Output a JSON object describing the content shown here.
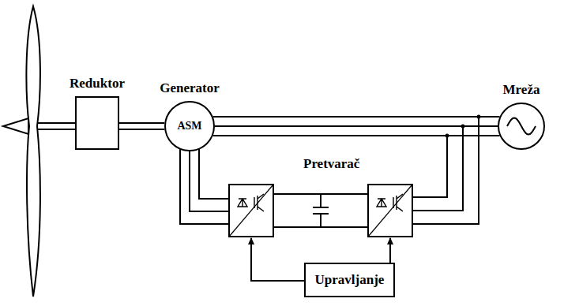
{
  "diagram": {
    "nodes": [
      {
        "text": [
          "Reduktor"
        ]
      },
      {
        "text": [
          "Generator",
          "ASM"
        ]
      },
      {
        "text": [
          "Mreža"
        ]
      },
      {
        "text": [
          "Upravljanje"
        ]
      }
    ],
    "edges": [
      {
        "from": 0,
        "to": 1,
        "arrow": "none"
      },
      {
        "from": 1,
        "to": 2,
        "arrow": "none"
      }
    ],
    "labels": [
      "Pretvarač"
    ]
  }
}
